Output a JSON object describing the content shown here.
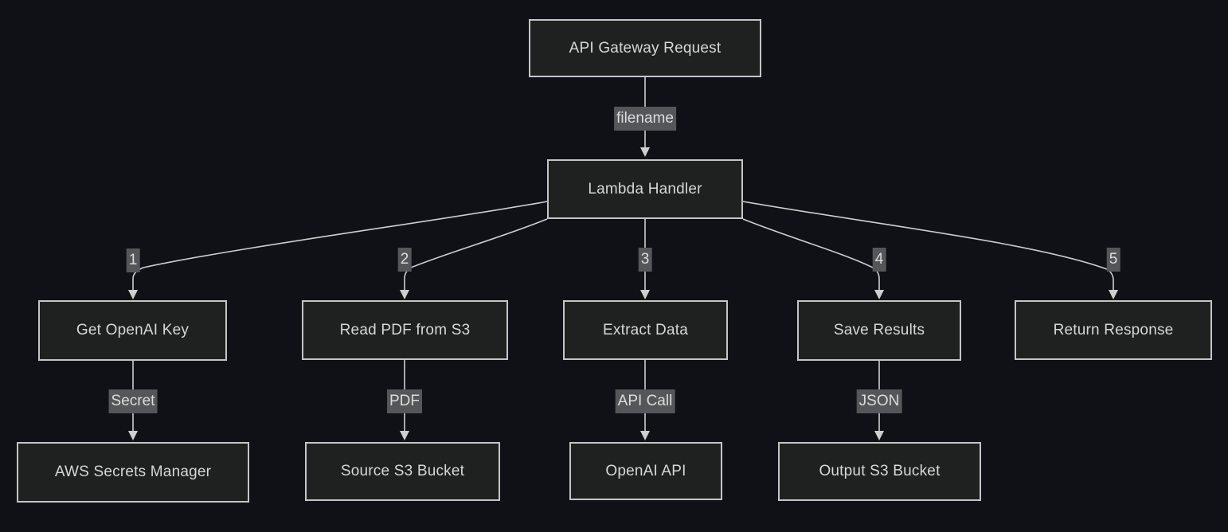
{
  "diagram": {
    "type": "flowchart",
    "direction": "top-down",
    "nodes": [
      {
        "id": "api-gateway-request",
        "label": "API Gateway Request"
      },
      {
        "id": "lambda-handler",
        "label": "Lambda Handler"
      },
      {
        "id": "get-openai-key",
        "label": "Get OpenAI Key"
      },
      {
        "id": "read-pdf-from-s3",
        "label": "Read PDF from S3"
      },
      {
        "id": "extract-data",
        "label": "Extract Data"
      },
      {
        "id": "save-results",
        "label": "Save Results"
      },
      {
        "id": "return-response",
        "label": "Return Response"
      },
      {
        "id": "aws-secrets-manager",
        "label": "AWS Secrets Manager"
      },
      {
        "id": "source-s3-bucket",
        "label": "Source S3 Bucket"
      },
      {
        "id": "openai-api",
        "label": "OpenAI API"
      },
      {
        "id": "output-s3-bucket",
        "label": "Output S3 Bucket"
      }
    ],
    "edges": [
      {
        "from": "api-gateway-request",
        "to": "lambda-handler",
        "label": "filename"
      },
      {
        "from": "lambda-handler",
        "to": "get-openai-key",
        "label": "1"
      },
      {
        "from": "lambda-handler",
        "to": "read-pdf-from-s3",
        "label": "2"
      },
      {
        "from": "lambda-handler",
        "to": "extract-data",
        "label": "3"
      },
      {
        "from": "lambda-handler",
        "to": "save-results",
        "label": "4"
      },
      {
        "from": "lambda-handler",
        "to": "return-response",
        "label": "5"
      },
      {
        "from": "get-openai-key",
        "to": "aws-secrets-manager",
        "label": "Secret"
      },
      {
        "from": "read-pdf-from-s3",
        "to": "source-s3-bucket",
        "label": "PDF"
      },
      {
        "from": "extract-data",
        "to": "openai-api",
        "label": "API Call"
      },
      {
        "from": "save-results",
        "to": "output-s3-bucket",
        "label": "JSON"
      }
    ],
    "colors": {
      "background": "#0f1116",
      "node_fill": "#1f2121",
      "node_border": "#c3c5c7",
      "node_text": "#d6d6d6",
      "edge_line": "#cfcfcf",
      "edge_label_background": "#555659",
      "edge_label_text": "#dcdcdc"
    }
  }
}
